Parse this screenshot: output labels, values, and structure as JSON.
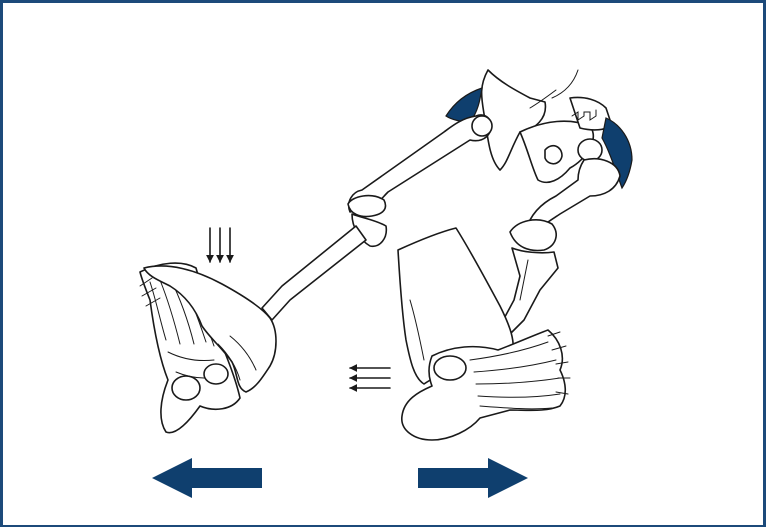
{
  "figure": {
    "description_icons": [
      "foot-skeleton-left",
      "hand-left",
      "femur-tibia",
      "pelvis",
      "hand-right",
      "foot-skeleton-right"
    ],
    "colors": {
      "frame": "#1c4a7a",
      "arrow_fill": "#0f3f6e",
      "muscle_fill": "#0f3f6e",
      "line": "#1a1a1a",
      "background": "#ffffff"
    },
    "arrows": [
      {
        "id": "left-arrow",
        "direction": "left"
      },
      {
        "id": "right-arrow",
        "direction": "right"
      }
    ],
    "force_indicators": [
      {
        "id": "downward-force-arrows",
        "direction": "down",
        "count": 3
      },
      {
        "id": "leftward-force-arrows",
        "direction": "left",
        "count": 3
      }
    ]
  }
}
